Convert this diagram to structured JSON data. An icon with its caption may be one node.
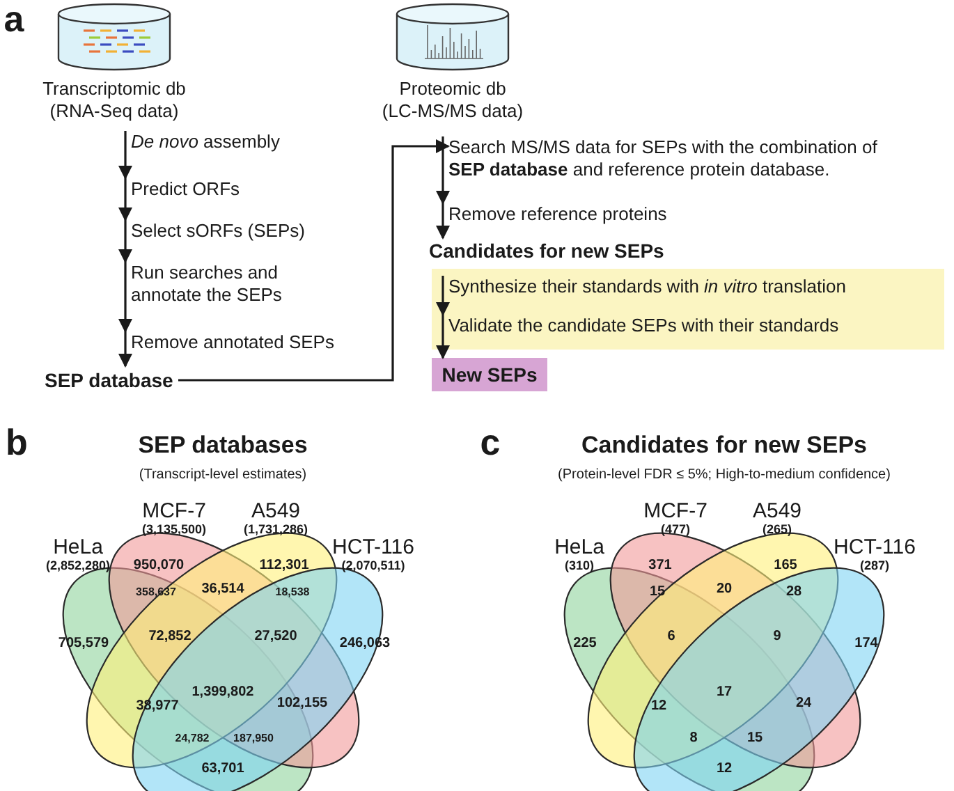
{
  "diagram": {
    "nodes": [
      {
        "text": [
          "Transcriptomic db (RNA-Seq data)"
        ]
      },
      {
        "text": [
          "Proteomic db (LC-MS/MS data)"
        ]
      },
      {
        "text": [
          "*De novo* assembly"
        ]
      },
      {
        "text": [
          "Predict ORFs"
        ]
      },
      {
        "text": [
          "Select sORFs (SEPs)"
        ]
      },
      {
        "text": [
          "Run searches and annotate the SEPs"
        ]
      },
      {
        "text": [
          "Remove annotated SEPs"
        ]
      },
      {
        "text": [
          "SEP database"
        ]
      },
      {
        "text": [
          "Search MS/MS data for SEPs with the combination of **SEP database** and reference protein database."
        ]
      },
      {
        "text": [
          "Remove reference proteins"
        ]
      },
      {
        "text": [
          "Candidates for new SEPs"
        ]
      },
      {
        "text": [],
        "shape": "box"
      },
      {
        "text": [
          "Synthesize their standards with *in vitro* translation"
        ],
        "in": 11
      },
      {
        "text": [
          "Validate the candidate SEPs with their standards"
        ],
        "in": 11
      },
      {
        "text": [
          "New SEPs"
        ]
      }
    ],
    "edges": [
      {
        "from": 2,
        "to": 3,
        "arrow": "to"
      },
      {
        "from": 3,
        "to": 4,
        "arrow": "to"
      },
      {
        "from": 4,
        "to": 5,
        "arrow": "to"
      },
      {
        "from": 5,
        "to": 6,
        "arrow": "to"
      },
      {
        "from": 6,
        "to": 7,
        "arrow": "to"
      },
      {
        "from": 7,
        "to": 8,
        "arrow": "to"
      },
      {
        "from": 8,
        "to": 9,
        "arrow": "to"
      },
      {
        "from": 9,
        "to": 10,
        "arrow": "to"
      },
      {
        "from": 12,
        "to": 13,
        "arrow": "to"
      },
      {
        "from": 13,
        "to": 14,
        "arrow": "to"
      }
    ],
    "labels": [
      "a",
      "b",
      "SEP databases",
      "(Transcript-level estimates)",
      "MCF-7",
      "A549",
      "(3,135,500)",
      "(1,731,286)",
      "HeLa",
      "HCT-116",
      "(2,852,280)",
      "950,070",
      "112,301",
      "(2,070,511)",
      "358,637",
      "36,514",
      "18,538",
      "705,579",
      "72,852",
      "27,520",
      "246,063",
      "1,399,802",
      "38,977",
      "102,155",
      "24,782",
      "187,950",
      "63,701",
      "c",
      "Candidates for new SEPs",
      "(Protein-level FDR ≤ 5%; High-to-medium confidence)",
      "MCF-7",
      "A549",
      "(477)",
      "(265)",
      "HeLa",
      "HCT-116",
      "(310)",
      "371",
      "165",
      "(287)",
      "15",
      "20",
      "28",
      "225",
      "6",
      "9",
      "174",
      "17",
      "12",
      "24",
      "8",
      "15",
      "12"
    ]
  }
}
